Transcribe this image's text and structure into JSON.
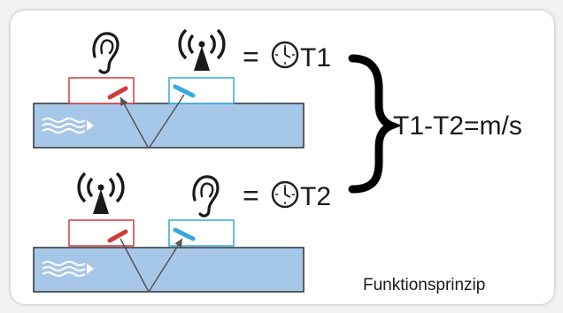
{
  "labels": {
    "t1": "T1",
    "t2": "T2",
    "equals_top": "=",
    "equals_bottom": "=",
    "formula": "T1-T2=m/s",
    "caption": "Funktionsprinzip"
  },
  "icons": {
    "receiver": "ear-icon",
    "transmitter": "broadcast-tower-icon",
    "time": "clock-icon",
    "flow": "flow-waves-icon"
  },
  "colors": {
    "pipe_fill": "#a7c7e9",
    "pipe_border": "#333333",
    "sensor_red": "#d33a3a",
    "sensor_blue": "#35a9df",
    "text": "#1a1a1a",
    "background": "#ffffff"
  }
}
